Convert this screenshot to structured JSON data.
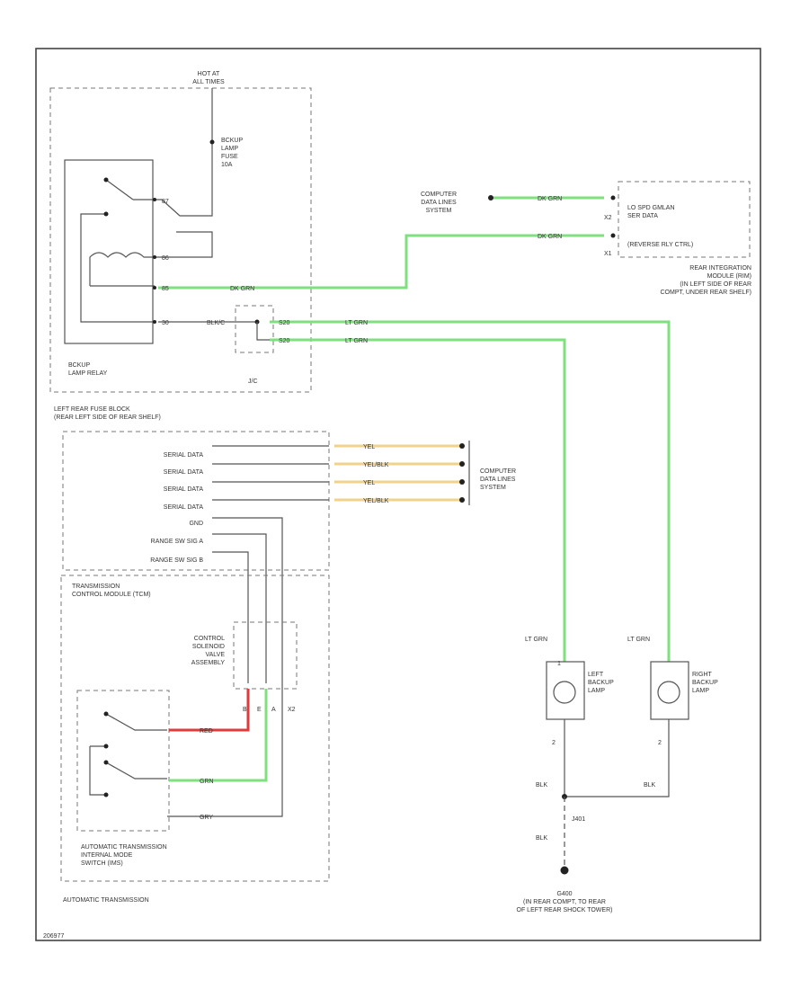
{
  "hot_label": "HOT AT\nALL TIMES",
  "fuse": {
    "label": "BCKUP\nLAMP\nFUSE\n10A"
  },
  "relay": {
    "name": "BCKUP\nLAMP RELAY",
    "pins": [
      "87",
      "86",
      "85",
      "30"
    ],
    "jc": "J/C",
    "jc_pins": [
      "S20",
      "S20"
    ],
    "wire_30": "BLK/C"
  },
  "fuse_block": "LEFT REAR FUSE BLOCK\n(REAR LEFT SIDE OF REAR SHELF)",
  "wires": {
    "dk_grn": "DK GRN",
    "lt_grn": "LT GRN",
    "blk": "BLK",
    "red": "RED",
    "grn": "GRN",
    "gry": "GRY",
    "yel_a": "YEL",
    "yel_b": "YEL/BLK"
  },
  "cds_top": "COMPUTER\nDATA LINES\nSYSTEM",
  "rim": {
    "row1": "LO SPD GMLAN\nSER DATA",
    "row2": "(REVERSE RLY CTRL)",
    "pins": [
      "X2",
      "X1"
    ],
    "caption": "REAR INTEGRATION\nMODULE (RIM)\n(IN LEFT SIDE OF REAR\nCOMPT, UNDER REAR SHELF)"
  },
  "tcm": {
    "rows": [
      "SERIAL DATA",
      "SERIAL DATA",
      "SERIAL DATA",
      "SERIAL DATA",
      "GND",
      "RANGE SW SIG A",
      "RANGE SW SIG B"
    ],
    "caption": "TRANSMISSION\nCONTROL MODULE (TCM)"
  },
  "cds_mid": "COMPUTER\nDATA LINES\nSYSTEM",
  "valve": {
    "label": "CONTROL\nSOLENOID\nVALVE\nASSEMBLY",
    "pins": [
      "B",
      "E",
      "A",
      "X2"
    ]
  },
  "switch": {
    "label": "AUTOMATIC TRANSMISSION\nINTERNAL MODE\nSWITCH (IMS)"
  },
  "auto_trans": "AUTOMATIC TRANSMISSION",
  "lamps": {
    "left": "LEFT\nBACKUP\nLAMP",
    "right": "RIGHT\nBACKUP\nLAMP",
    "pin": "2",
    "pin_top": "1"
  },
  "junction": "J401",
  "ground": "G400\n(IN REAR COMPT, TO REAR\nOF LEFT REAR SHOCK TOWER)",
  "footer_code": "206977"
}
